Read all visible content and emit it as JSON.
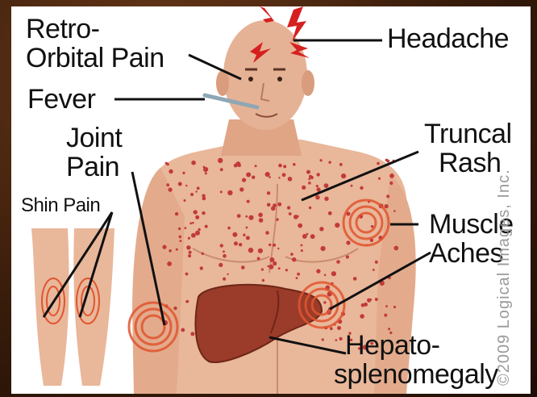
{
  "labels": {
    "retro_orbital": [
      "Retro-",
      "Orbital Pain"
    ],
    "headache": "Headache",
    "fever": "Fever",
    "joint_pain": [
      "Joint",
      "Pain"
    ],
    "truncal_rash": [
      "Truncal",
      "Rash"
    ],
    "shin_pain": "Shin Pain",
    "muscle_aches": [
      "Muscle",
      "Aches"
    ],
    "hepatosplenomegaly": [
      "Hepato-",
      "splenomegaly"
    ]
  },
  "copyright": "©2009 Logical Images, Inc.",
  "colors": {
    "skin": "#e9b79a",
    "skin_shadow": "#cf9275",
    "rash": "#c23a3a",
    "liver": "#9b3b2a",
    "pain_ring": "#e0552f",
    "lightning": "#d62020"
  }
}
